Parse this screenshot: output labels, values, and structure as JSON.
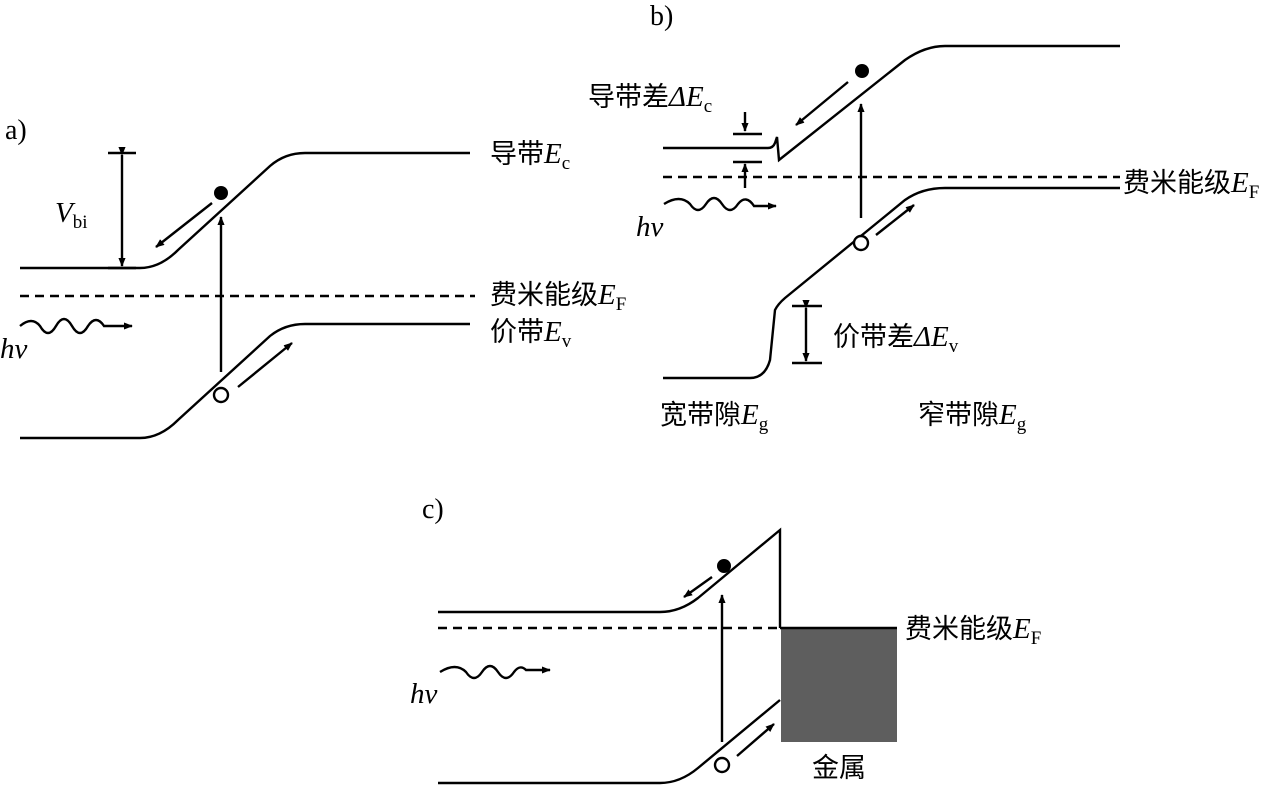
{
  "panels": {
    "a": {
      "tag": "a)",
      "conduction": "导带",
      "conduction_sym": "E",
      "conduction_sub": "c",
      "fermi": "费米能级",
      "fermi_sym": "E",
      "fermi_sub": "F",
      "valence": "价带",
      "valence_sym": "E",
      "valence_sub": "v",
      "vbi_sym": "V",
      "vbi_sub": "bi",
      "hv": "hv"
    },
    "b": {
      "tag": "b)",
      "cb_offset": "导带差",
      "cb_offset_sym": "ΔE",
      "cb_offset_sub": "c",
      "fermi": "费米能级",
      "fermi_sym": "E",
      "fermi_sub": "F",
      "vb_offset": "价带差",
      "vb_offset_sym": "ΔE",
      "vb_offset_sub": "v",
      "wide_gap": "宽带隙",
      "wide_gap_sym": "E",
      "wide_gap_sub": "g",
      "narrow_gap": "窄带隙",
      "narrow_gap_sym": "E",
      "narrow_gap_sub": "g",
      "hv": "hv"
    },
    "c": {
      "tag": "c)",
      "fermi": "费米能级",
      "fermi_sym": "E",
      "fermi_sub": "F",
      "metal": "金属",
      "hv": "hv"
    }
  },
  "colors": {
    "line": "#000000",
    "metal_fill": "#5e5e5e"
  }
}
